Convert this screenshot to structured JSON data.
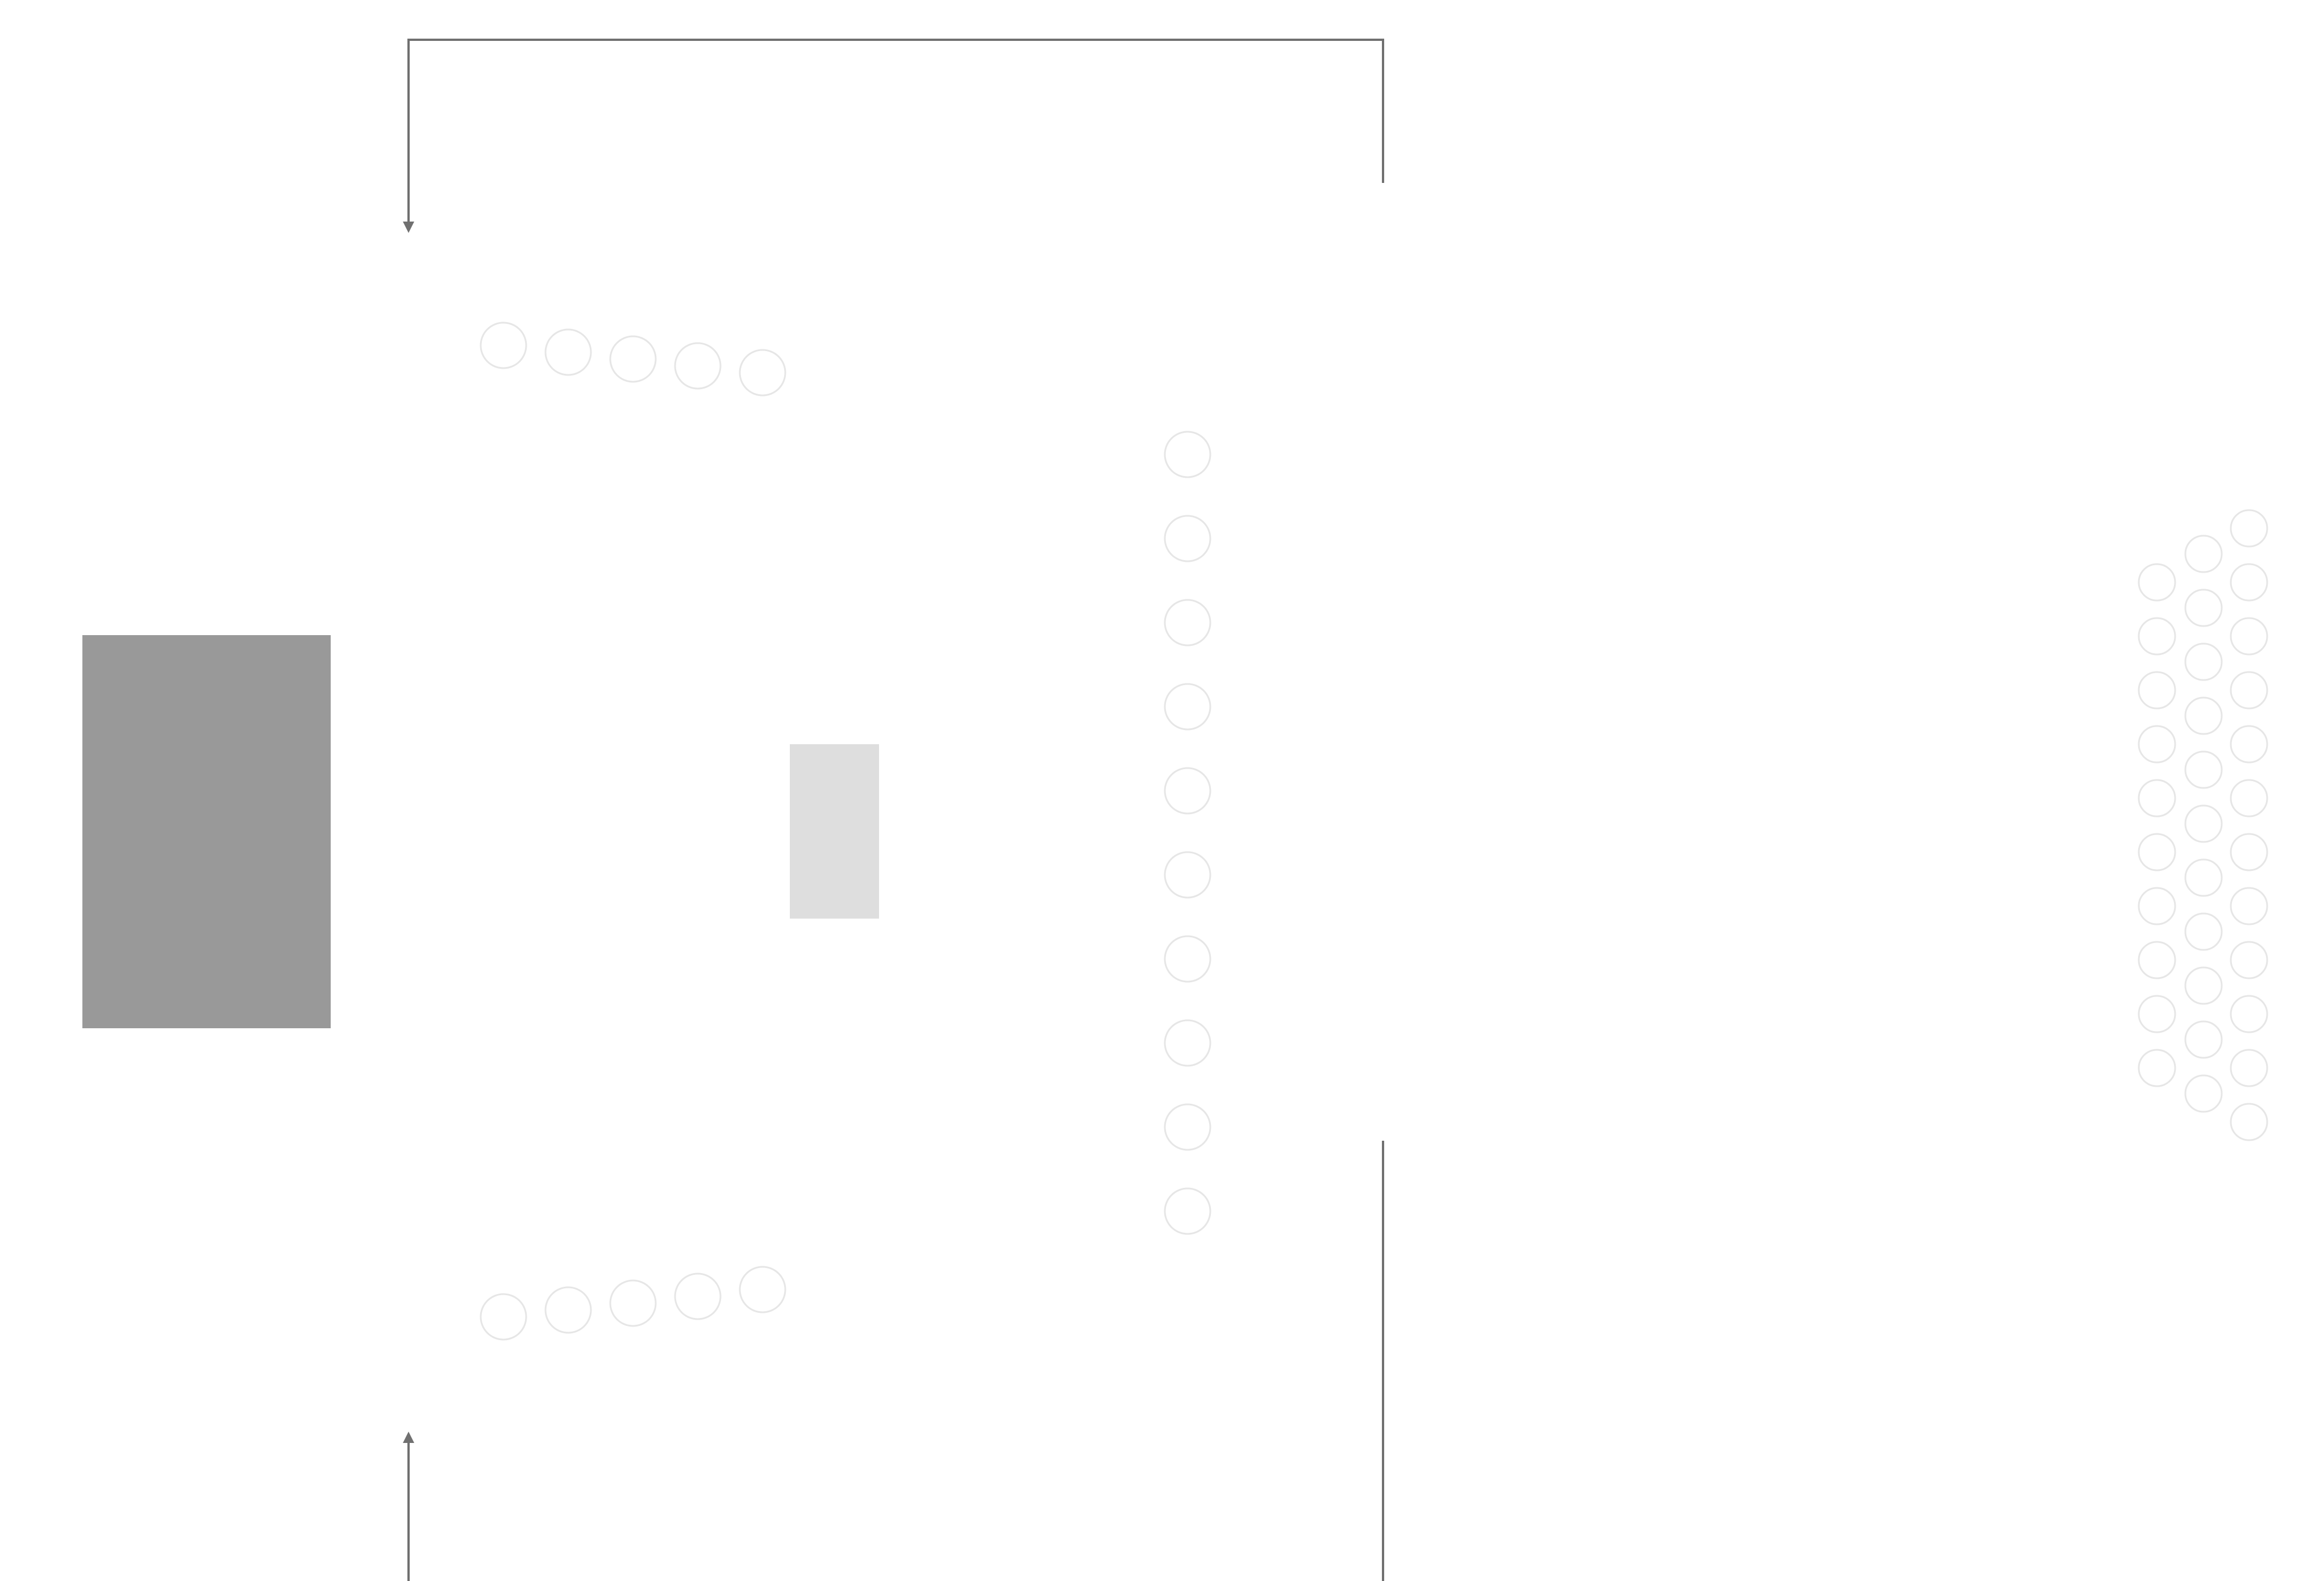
{
  "colors": {
    "background": "#ffffff",
    "large_block": "#999999",
    "small_block": "#dedede",
    "connector": "#707070",
    "circle_outline": "#e6e6e6"
  },
  "elements": {
    "large_block": "gray-rectangle",
    "small_block": "light-gray-rectangle",
    "top_connector": "arrow-connector",
    "bottom_connector": "arrow-connector",
    "circle_groups": [
      "upper-circle-row",
      "lower-circle-row",
      "vertical-circle-column",
      "right-circle-cluster"
    ]
  }
}
